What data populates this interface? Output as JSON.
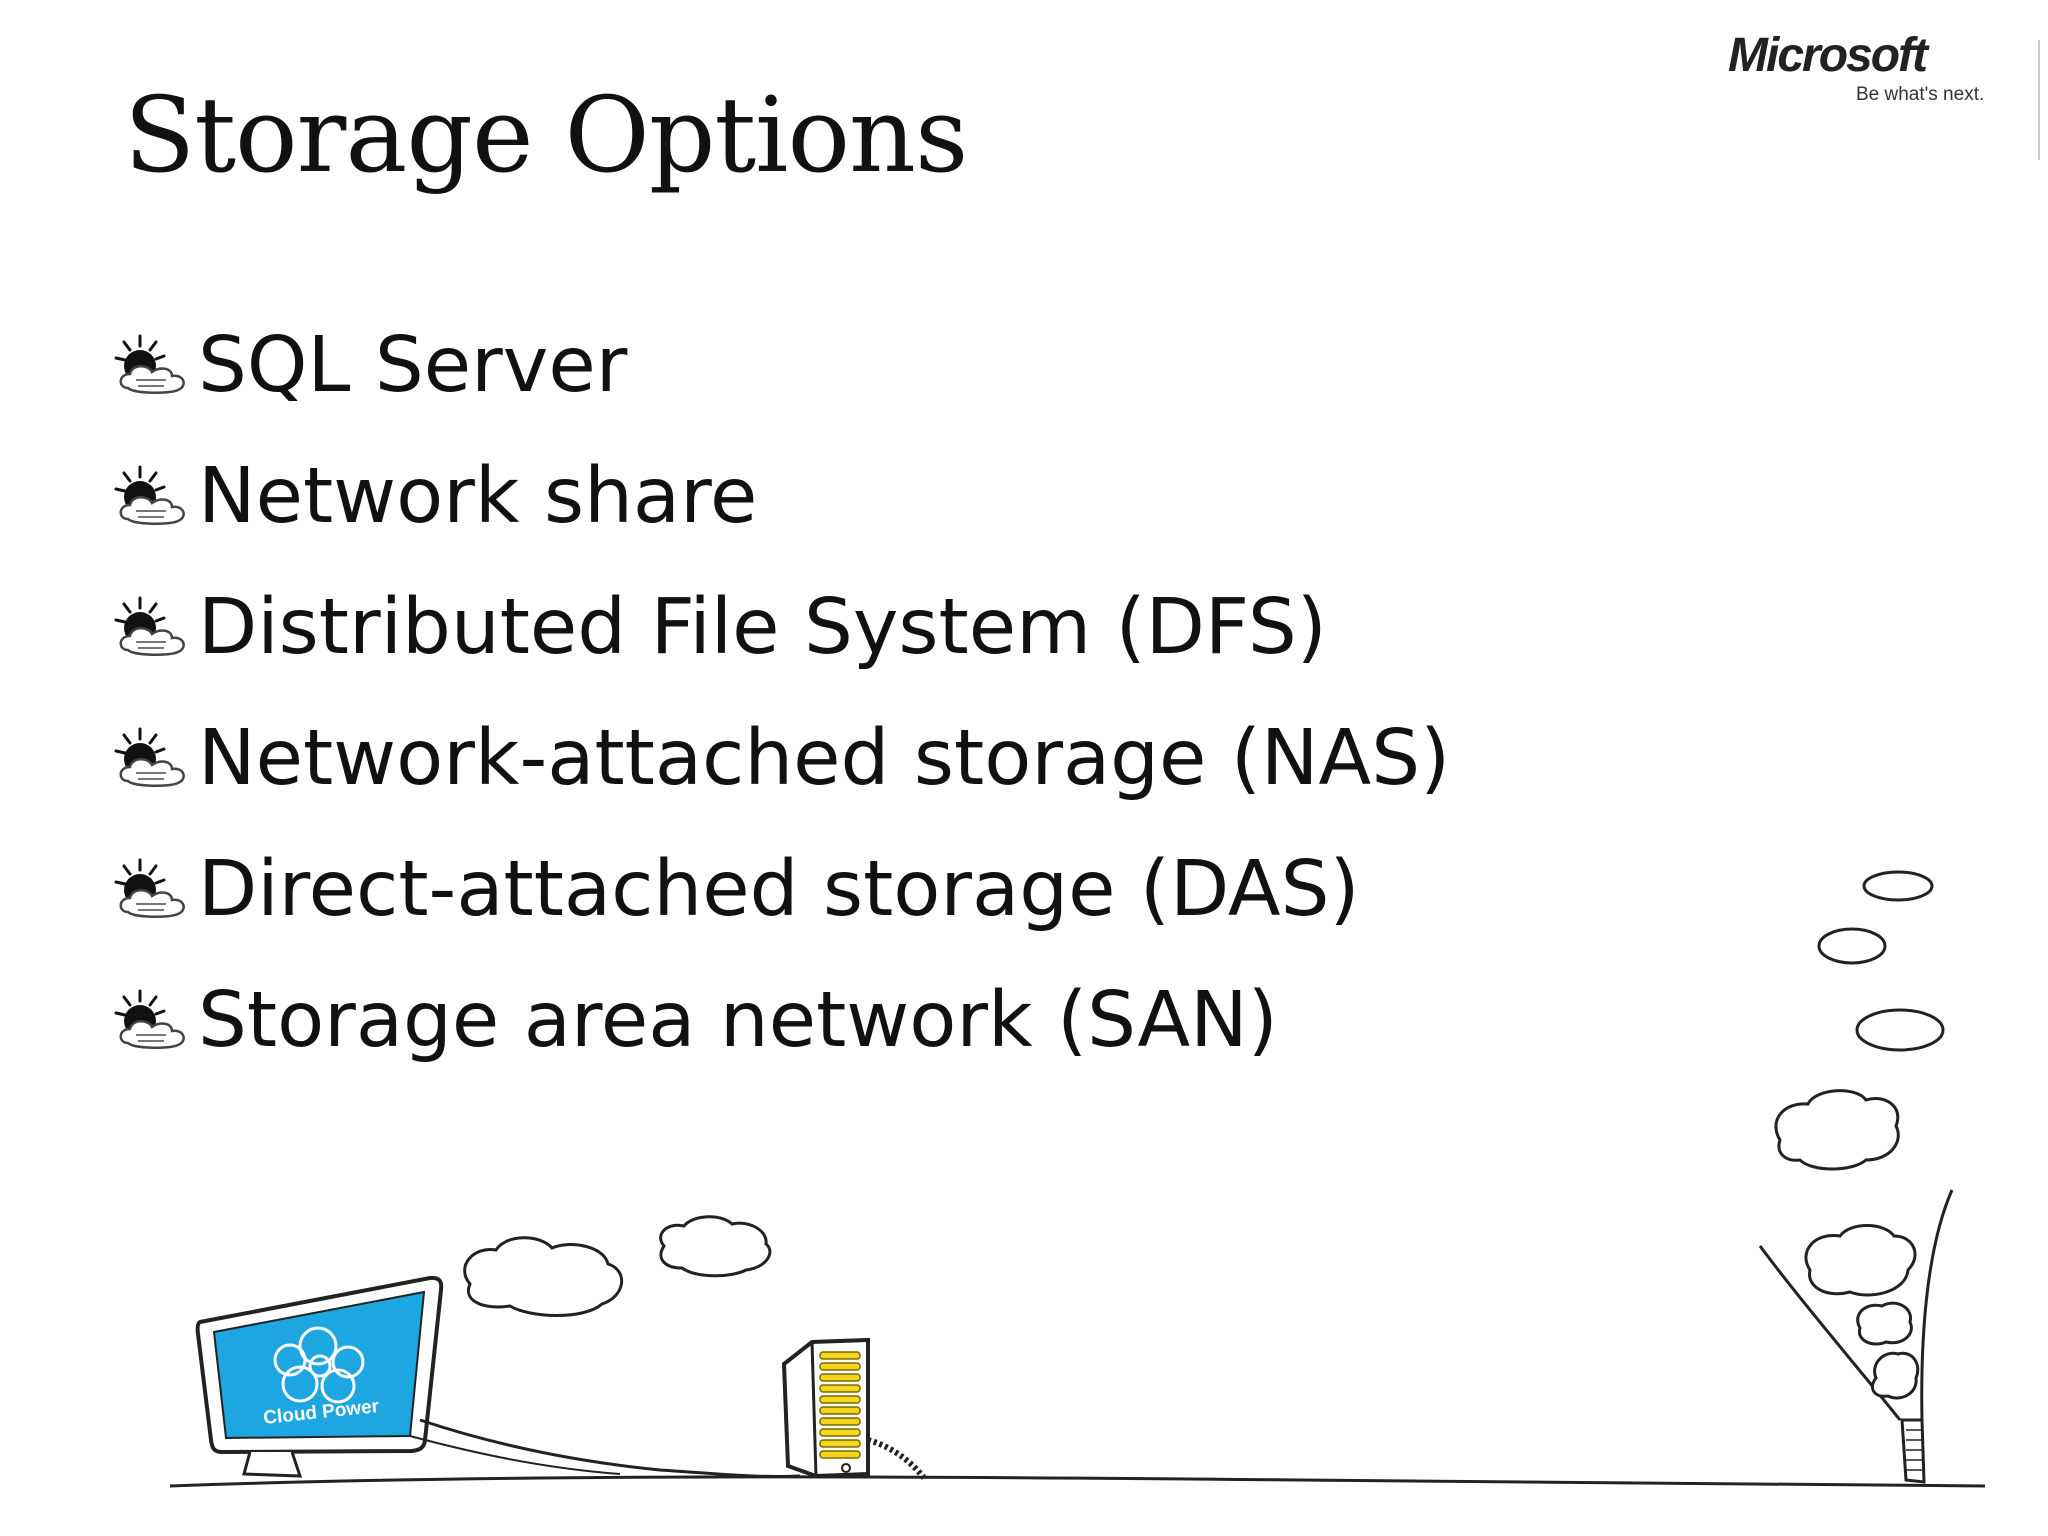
{
  "slide": {
    "title": "Storage Options",
    "logo": {
      "wordmark": "Microsoft",
      "tagline": "Be what's next."
    },
    "bullets": [
      {
        "label": "SQL Server",
        "icon": "sun-cloud-bullet-icon"
      },
      {
        "label": "Network share",
        "icon": "sun-cloud-bullet-icon"
      },
      {
        "label": "Distributed File System (DFS)",
        "icon": "sun-cloud-bullet-icon"
      },
      {
        "label": "Network-attached storage (NAS)",
        "icon": "sun-cloud-bullet-icon"
      },
      {
        "label": "Direct-attached storage (DAS)",
        "icon": "sun-cloud-bullet-icon"
      },
      {
        "label": "Storage area network (SAN)",
        "icon": "sun-cloud-bullet-icon"
      }
    ],
    "illustration": {
      "monitor_caption": "Cloud Power",
      "monitor_color": "#1ea6e0",
      "server_led_color": "#f4d41c"
    }
  }
}
